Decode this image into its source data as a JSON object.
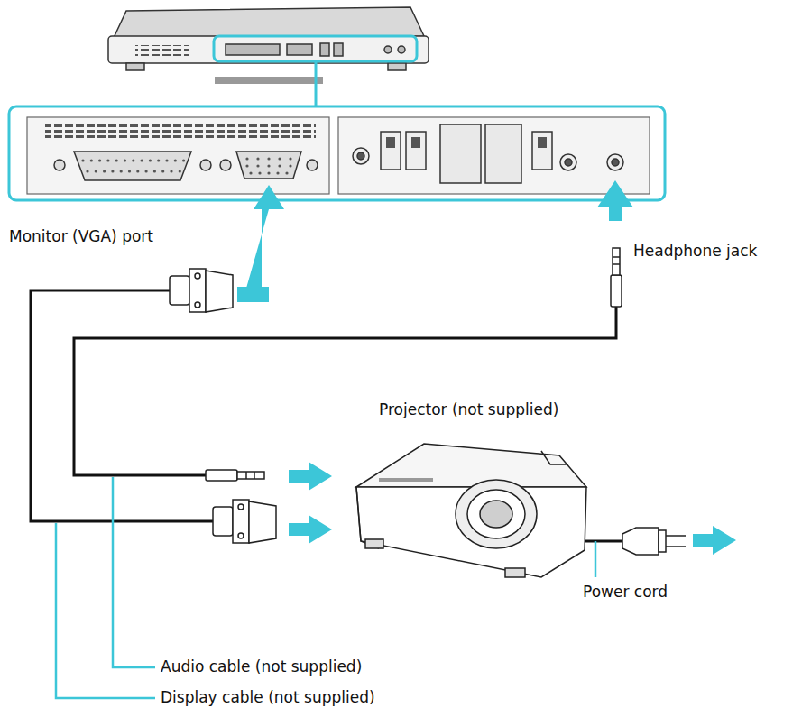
{
  "diagram": {
    "labels": [
      "Monitor (VGA) port",
      "Headphone jack",
      "Projector (not supplied)",
      "Power cord",
      "Audio cable (not supplied)",
      "Display cable (not supplied)"
    ]
  }
}
